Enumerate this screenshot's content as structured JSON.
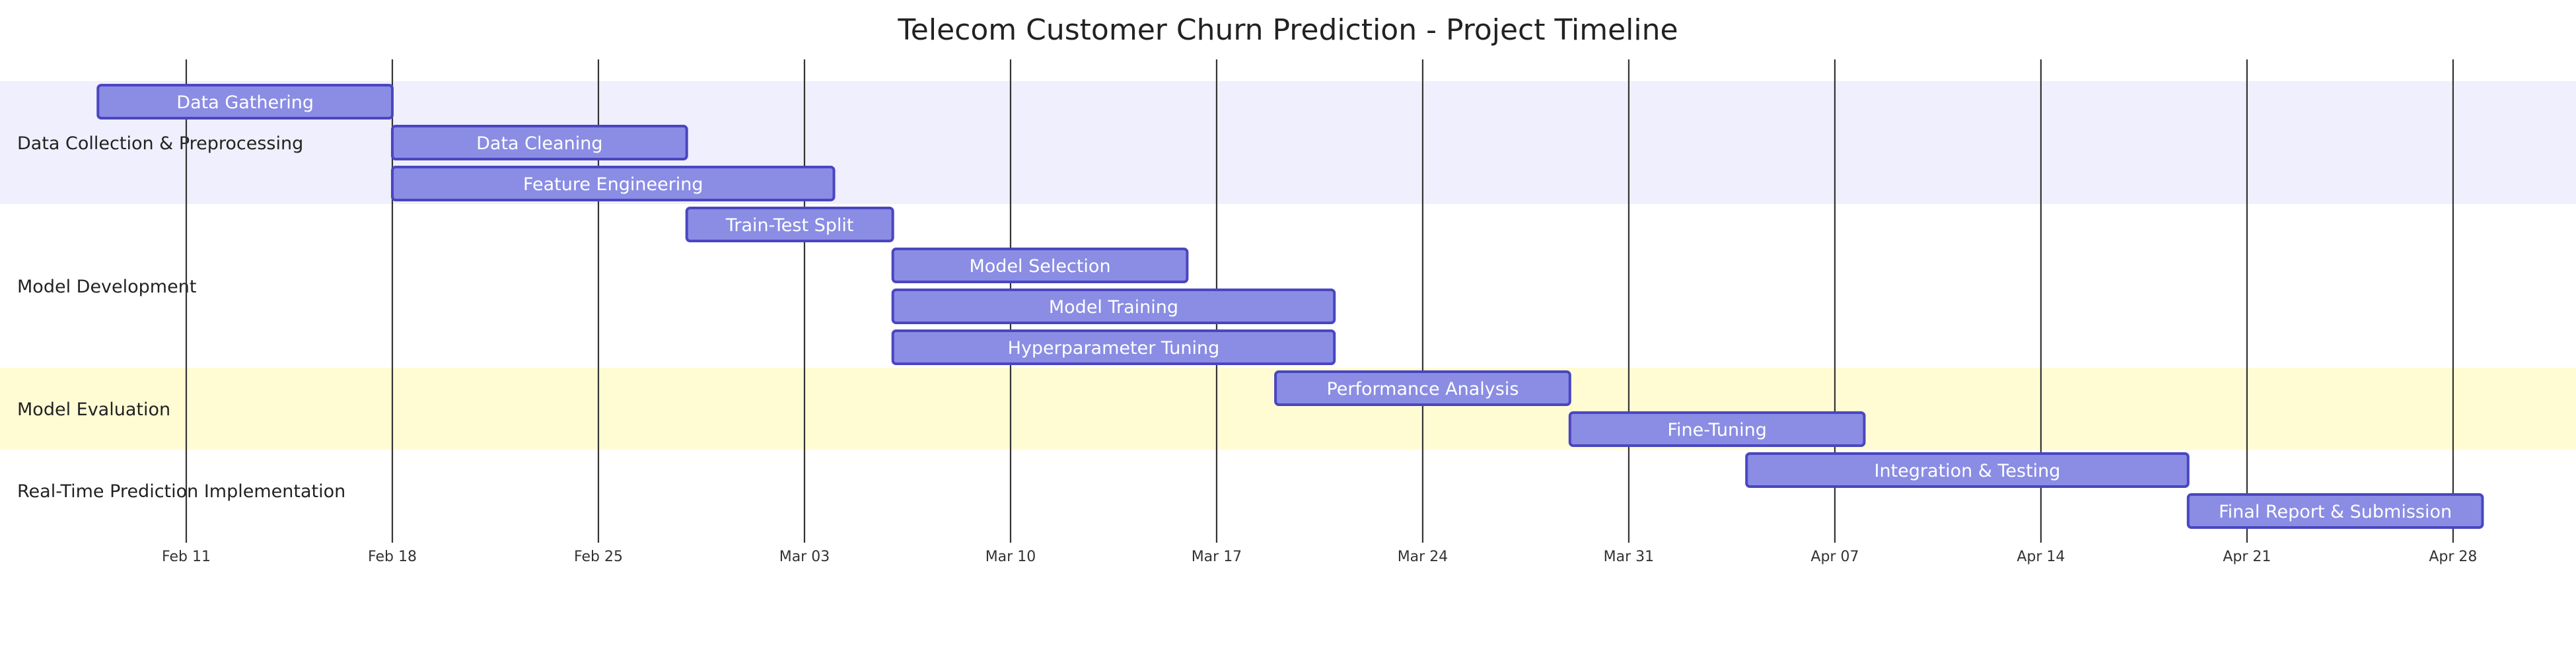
{
  "title": "Telecom Customer Churn Prediction - Project Timeline",
  "colors": {
    "band_a": "#efeffd",
    "band_b": "#ffffff",
    "band_c": "#fffcd4",
    "task_fill": "#8a8de3",
    "task_stroke": "#4a46c0",
    "task_text": "#ffffff",
    "grid": "#333333",
    "label_text": "#222222"
  },
  "chart_data": {
    "type": "gantt",
    "axis": {
      "start": "2024-02-04",
      "end": "2024-05-04",
      "ticks": [
        "Feb 11",
        "Feb 18",
        "Feb 25",
        "Mar 03",
        "Mar 10",
        "Mar 17",
        "Mar 24",
        "Mar 31",
        "Apr 07",
        "Apr 14",
        "Apr 21",
        "Apr 28"
      ],
      "tick_dates": [
        "2024-02-11",
        "2024-02-18",
        "2024-02-25",
        "2024-03-03",
        "2024-03-10",
        "2024-03-17",
        "2024-03-24",
        "2024-03-31",
        "2024-04-07",
        "2024-04-14",
        "2024-04-21",
        "2024-04-28"
      ]
    },
    "sections": [
      {
        "name": "Data Collection & Preprocessing",
        "band": "band_a",
        "rows": 3
      },
      {
        "name": "Model Development",
        "band": "band_b",
        "rows": 4
      },
      {
        "name": "Model Evaluation",
        "band": "band_c",
        "rows": 2
      },
      {
        "name": "Real-Time Prediction Implementation",
        "band": "band_b",
        "rows": 2
      }
    ],
    "tasks": [
      {
        "name": "Data Gathering",
        "start": "2024-02-08",
        "end": "2024-02-18",
        "section": 0
      },
      {
        "name": "Data Cleaning",
        "start": "2024-02-18",
        "end": "2024-02-28",
        "section": 0
      },
      {
        "name": "Feature Engineering",
        "start": "2024-02-18",
        "end": "2024-03-04",
        "section": 0
      },
      {
        "name": "Train-Test Split",
        "start": "2024-02-28",
        "end": "2024-03-06",
        "section": 1
      },
      {
        "name": "Model Selection",
        "start": "2024-03-06",
        "end": "2024-03-16",
        "section": 1
      },
      {
        "name": "Model Training",
        "start": "2024-03-06",
        "end": "2024-03-21",
        "section": 1
      },
      {
        "name": "Hyperparameter Tuning",
        "start": "2024-03-06",
        "end": "2024-03-21",
        "section": 1
      },
      {
        "name": "Performance Analysis",
        "start": "2024-03-19",
        "end": "2024-03-29",
        "section": 2
      },
      {
        "name": "Fine-Tuning",
        "start": "2024-03-29",
        "end": "2024-04-08",
        "section": 2
      },
      {
        "name": "Integration & Testing",
        "start": "2024-04-04",
        "end": "2024-04-19",
        "section": 3
      },
      {
        "name": "Final Report & Submission",
        "start": "2024-04-19",
        "end": "2024-04-29",
        "section": 3
      }
    ]
  }
}
